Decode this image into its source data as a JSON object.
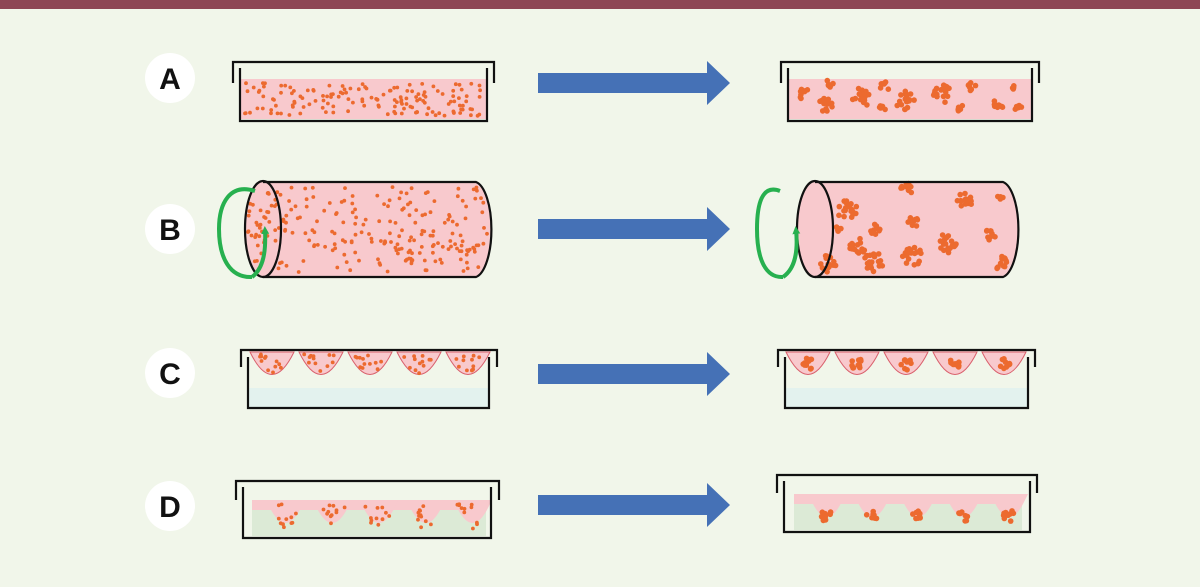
{
  "rows": [
    {
      "label": "A",
      "method": "static-dish"
    },
    {
      "label": "B",
      "method": "rotating-vessel"
    },
    {
      "label": "C",
      "method": "hanging-drop"
    },
    {
      "label": "D",
      "method": "u-bottom-wells"
    }
  ],
  "colors": {
    "top_bar": "#8e4655",
    "background": "#f1f6ea",
    "medium_pink": "#f8c9cd",
    "cell_orange": "#ec6a2f",
    "arrow_blue": "#4571b6",
    "rotation_green": "#27b04f",
    "water_blue": "#e3f2ee",
    "support_green": "#dcead6",
    "outline": "#111111"
  }
}
